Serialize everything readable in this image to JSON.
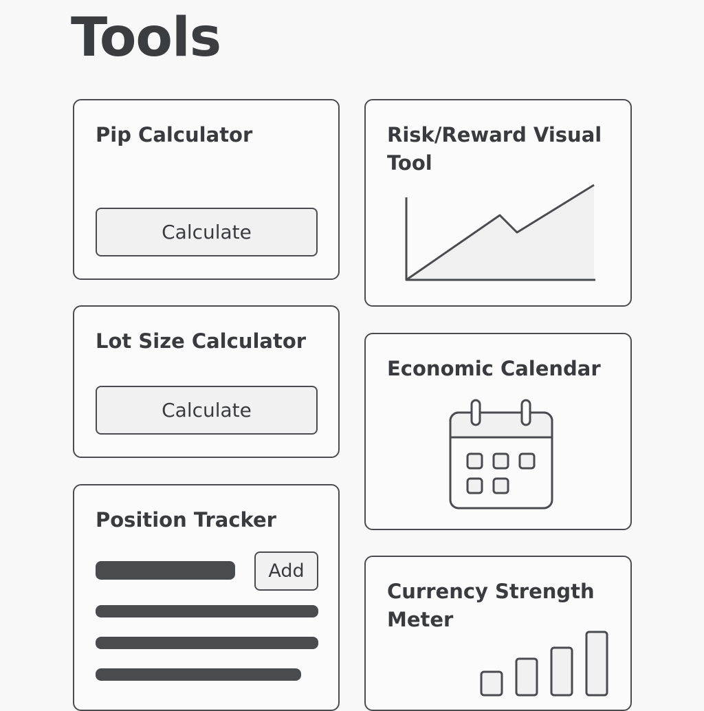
{
  "page": {
    "title": "Tools"
  },
  "tools": {
    "pip_calculator": {
      "title": "Pip Calculator",
      "button_label": "Calculate"
    },
    "risk_reward": {
      "title_line1": "Risk/Reward Visual",
      "title_line2": "Tool",
      "icon": "area-chart-icon"
    },
    "lot_size_calculator": {
      "title": "Lot Size Calculator",
      "button_label": "Calculate"
    },
    "economic_calendar": {
      "title": "Economic Calendar",
      "icon": "calendar-icon"
    },
    "position_tracker": {
      "title": "Position Tracker",
      "add_label": "Add"
    },
    "currency_strength": {
      "title_line1": "Currency Strength",
      "title_line2": "Meter",
      "icon": "bar-meter-icon"
    }
  },
  "colors": {
    "background": "#f8f8f8",
    "stroke": "#4a4b4f",
    "text": "#3a3b3f",
    "fill_light": "#f1f1f1"
  }
}
